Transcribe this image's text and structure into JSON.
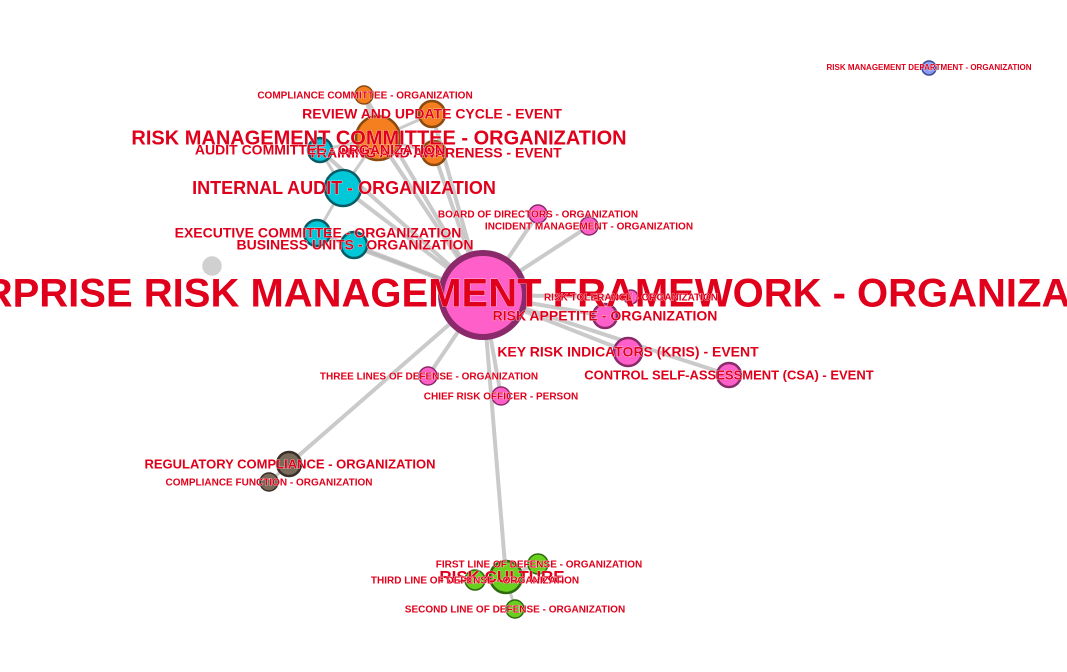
{
  "graph": {
    "nodes": [
      {
        "id": "erm",
        "label": "ENTERPRISE RISK MANAGEMENT FRAMEWORK - ORGANIZATION",
        "color": "#ff5fc8",
        "border": "#8a2a6a"
      },
      {
        "id": "rmc",
        "label": "RISK MANAGEMENT COMMITTEE - ORGANIZATION",
        "color": "#f57f1f",
        "border": "#8a4a10"
      },
      {
        "id": "review",
        "label": "REVIEW AND UPDATE CYCLE - EVENT",
        "color": "#f57f1f",
        "border": "#8a4a10"
      },
      {
        "id": "compcomm",
        "label": "COMPLIANCE COMMITTEE - ORGANIZATION",
        "color": "#f57f1f",
        "border": "#8a4a10"
      },
      {
        "id": "training",
        "label": "TRAINING AND AWARENESS - EVENT",
        "color": "#f57f1f",
        "border": "#8a4a10"
      },
      {
        "id": "auditcomm",
        "label": "AUDIT COMMITTEE - ORGANIZATION",
        "color": "#00c8d8",
        "border": "#0a5a64"
      },
      {
        "id": "ia",
        "label": "INTERNAL AUDIT - ORGANIZATION",
        "color": "#00c8d8",
        "border": "#0a5a64"
      },
      {
        "id": "exec",
        "label": "EXECUTIVE COMMITTEE - ORGANIZATION",
        "color": "#00c8d8",
        "border": "#0a5a64"
      },
      {
        "id": "bu",
        "label": "BUSINESS UNITS - ORGANIZATION",
        "color": "#00c8d8",
        "border": "#0a5a64"
      },
      {
        "id": "bod",
        "label": "BOARD OF DIRECTORS - ORGANIZATION",
        "color": "#ff5fc8",
        "border": "#8a2a6a"
      },
      {
        "id": "incident",
        "label": "INCIDENT MANAGEMENT - ORGANIZATION",
        "color": "#ff5fc8",
        "border": "#8a2a6a"
      },
      {
        "id": "tolerance",
        "label": "RISK TOLERANCE - ORGANIZATION",
        "color": "#ff5fc8",
        "border": "#8a2a6a"
      },
      {
        "id": "appetite",
        "label": "RISK APPETITE - ORGANIZATION",
        "color": "#ff5fc8",
        "border": "#8a2a6a"
      },
      {
        "id": "kri",
        "label": "KEY RISK INDICATORS (KRIS) - EVENT",
        "color": "#ff5fc8",
        "border": "#8a2a6a"
      },
      {
        "id": "csa",
        "label": "CONTROL SELF-ASSESSMENT (CSA) - EVENT",
        "color": "#ff5fc8",
        "border": "#8a2a6a"
      },
      {
        "id": "tlod",
        "label": "THREE LINES OF DEFENSE - ORGANIZATION",
        "color": "#ff5fc8",
        "border": "#8a2a6a"
      },
      {
        "id": "cro",
        "label": "CHIEF RISK OFFICER - PERSON",
        "color": "#ff5fc8",
        "border": "#8a2a6a"
      },
      {
        "id": "regcomp",
        "label": "REGULATORY COMPLIANCE - ORGANIZATION",
        "color": "#7a6a5a",
        "border": "#3a3028"
      },
      {
        "id": "compfunc",
        "label": "COMPLIANCE FUNCTION - ORGANIZATION",
        "color": "#7a6a5a",
        "border": "#3a3028"
      },
      {
        "id": "culture",
        "label": "RISK CULTURE",
        "color": "#6ad01f",
        "border": "#2e6a10"
      },
      {
        "id": "first",
        "label": "FIRST LINE OF DEFENSE - ORGANIZATION",
        "color": "#6ad01f",
        "border": "#2e6a10"
      },
      {
        "id": "third",
        "label": "THIRD LINE OF DEFENSE - ORGANIZATION",
        "color": "#6ad01f",
        "border": "#2e6a10"
      },
      {
        "id": "second",
        "label": "SECOND LINE OF DEFENSE - ORGANIZATION",
        "color": "#6ad01f",
        "border": "#2e6a10"
      },
      {
        "id": "rmd",
        "label": "RISK MANAGEMENT DEPARTMENT - ORGANIZATION",
        "color": "#8a9cf0",
        "border": "#3a4a9a"
      },
      {
        "id": "isolated",
        "label": "",
        "color": "#d0d0d0",
        "border": "#d0d0d0"
      }
    ],
    "edges": [
      [
        "erm",
        "rmc"
      ],
      [
        "erm",
        "review"
      ],
      [
        "erm",
        "training"
      ],
      [
        "erm",
        "compcomm"
      ],
      [
        "erm",
        "auditcomm"
      ],
      [
        "erm",
        "ia"
      ],
      [
        "erm",
        "exec"
      ],
      [
        "erm",
        "bu"
      ],
      [
        "erm",
        "bod"
      ],
      [
        "erm",
        "incident"
      ],
      [
        "erm",
        "tolerance"
      ],
      [
        "erm",
        "appetite"
      ],
      [
        "erm",
        "kri"
      ],
      [
        "erm",
        "csa"
      ],
      [
        "erm",
        "tlod"
      ],
      [
        "erm",
        "cro"
      ],
      [
        "erm",
        "regcomp"
      ],
      [
        "erm",
        "culture"
      ],
      [
        "rmc",
        "review"
      ],
      [
        "rmc",
        "training"
      ],
      [
        "rmc",
        "compcomm"
      ],
      [
        "rmc",
        "auditcomm"
      ],
      [
        "rmc",
        "ia"
      ],
      [
        "ia",
        "auditcomm"
      ],
      [
        "ia",
        "exec"
      ],
      [
        "regcomp",
        "compfunc"
      ],
      [
        "culture",
        "first"
      ],
      [
        "culture",
        "second"
      ],
      [
        "culture",
        "third"
      ]
    ]
  }
}
